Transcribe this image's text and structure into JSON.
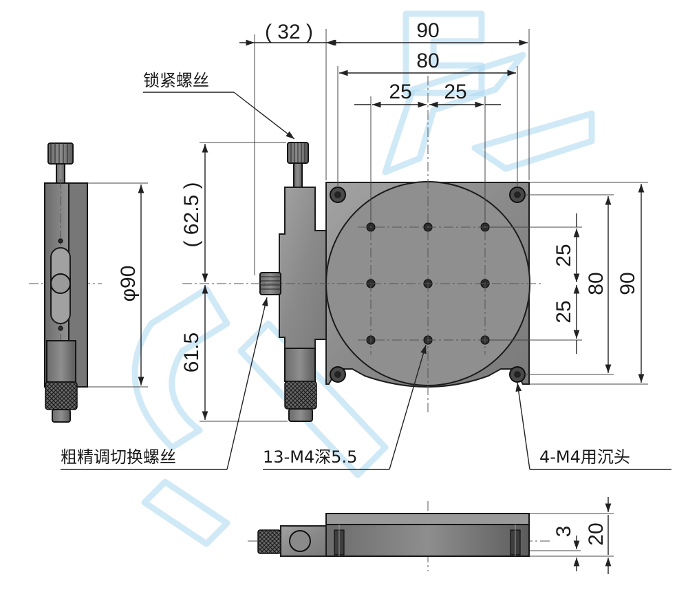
{
  "dimensions": {
    "overhang": "( 32 )",
    "width_outer": "90",
    "width_mount": "80",
    "pitch_left": "25",
    "pitch_right": "25",
    "height_upper": "( 62.5 )",
    "height_lower": "61.5",
    "diameter": "φ90",
    "vert_pitch_upper": "25",
    "vert_pitch_lower": "25",
    "height_mount": "80",
    "height_outer": "90",
    "base_step": "3",
    "thickness": "20"
  },
  "labels": {
    "lock_screw": "锁紧螺丝",
    "coarse_fine_switch_screw": "粗精调切换螺丝",
    "tapped_holes": "13-M4深5.5",
    "counterbore_holes": "4-M4用沉头"
  },
  "colors": {
    "metal": "#8a8a8a",
    "metal_dark": "#5a5a5a",
    "line": "#222222",
    "watermark": "#a9d7f0",
    "background": "#ffffff"
  }
}
